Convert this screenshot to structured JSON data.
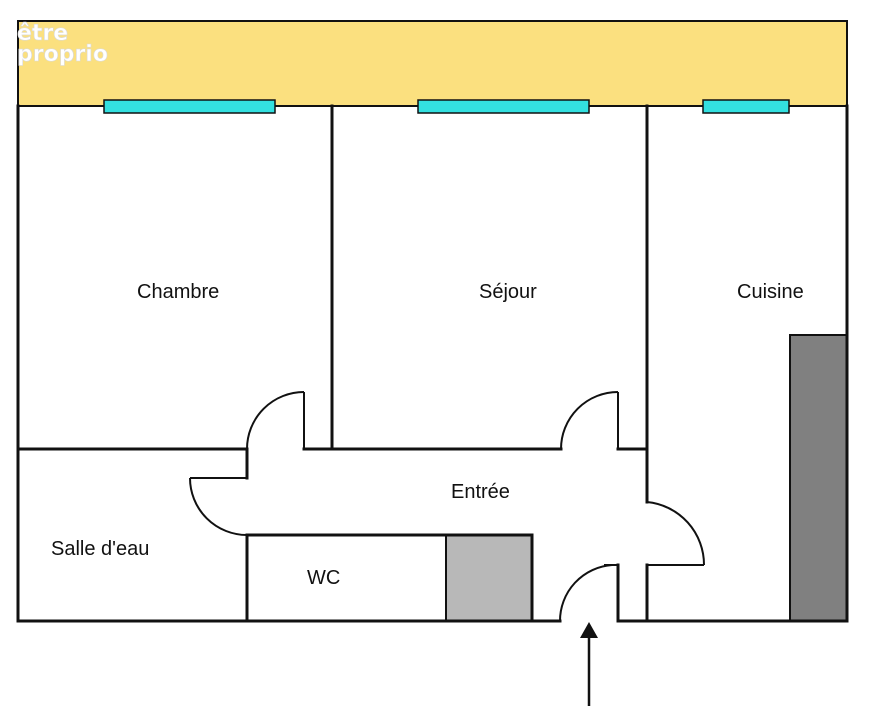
{
  "logo": {
    "line1": "être",
    "line2": "proprio"
  },
  "rooms": {
    "chambre": "Chambre",
    "sejour": "Séjour",
    "cuisine": "Cuisine",
    "entree": "Entrée",
    "salle_deau": "Salle d'eau",
    "wc": "WC"
  },
  "colors": {
    "balcony": "#fbe07f",
    "window": "#33e0e0",
    "wall": "#111111",
    "counter": "#808080",
    "shower": "#b8b8b8",
    "background": "#ffffff"
  }
}
